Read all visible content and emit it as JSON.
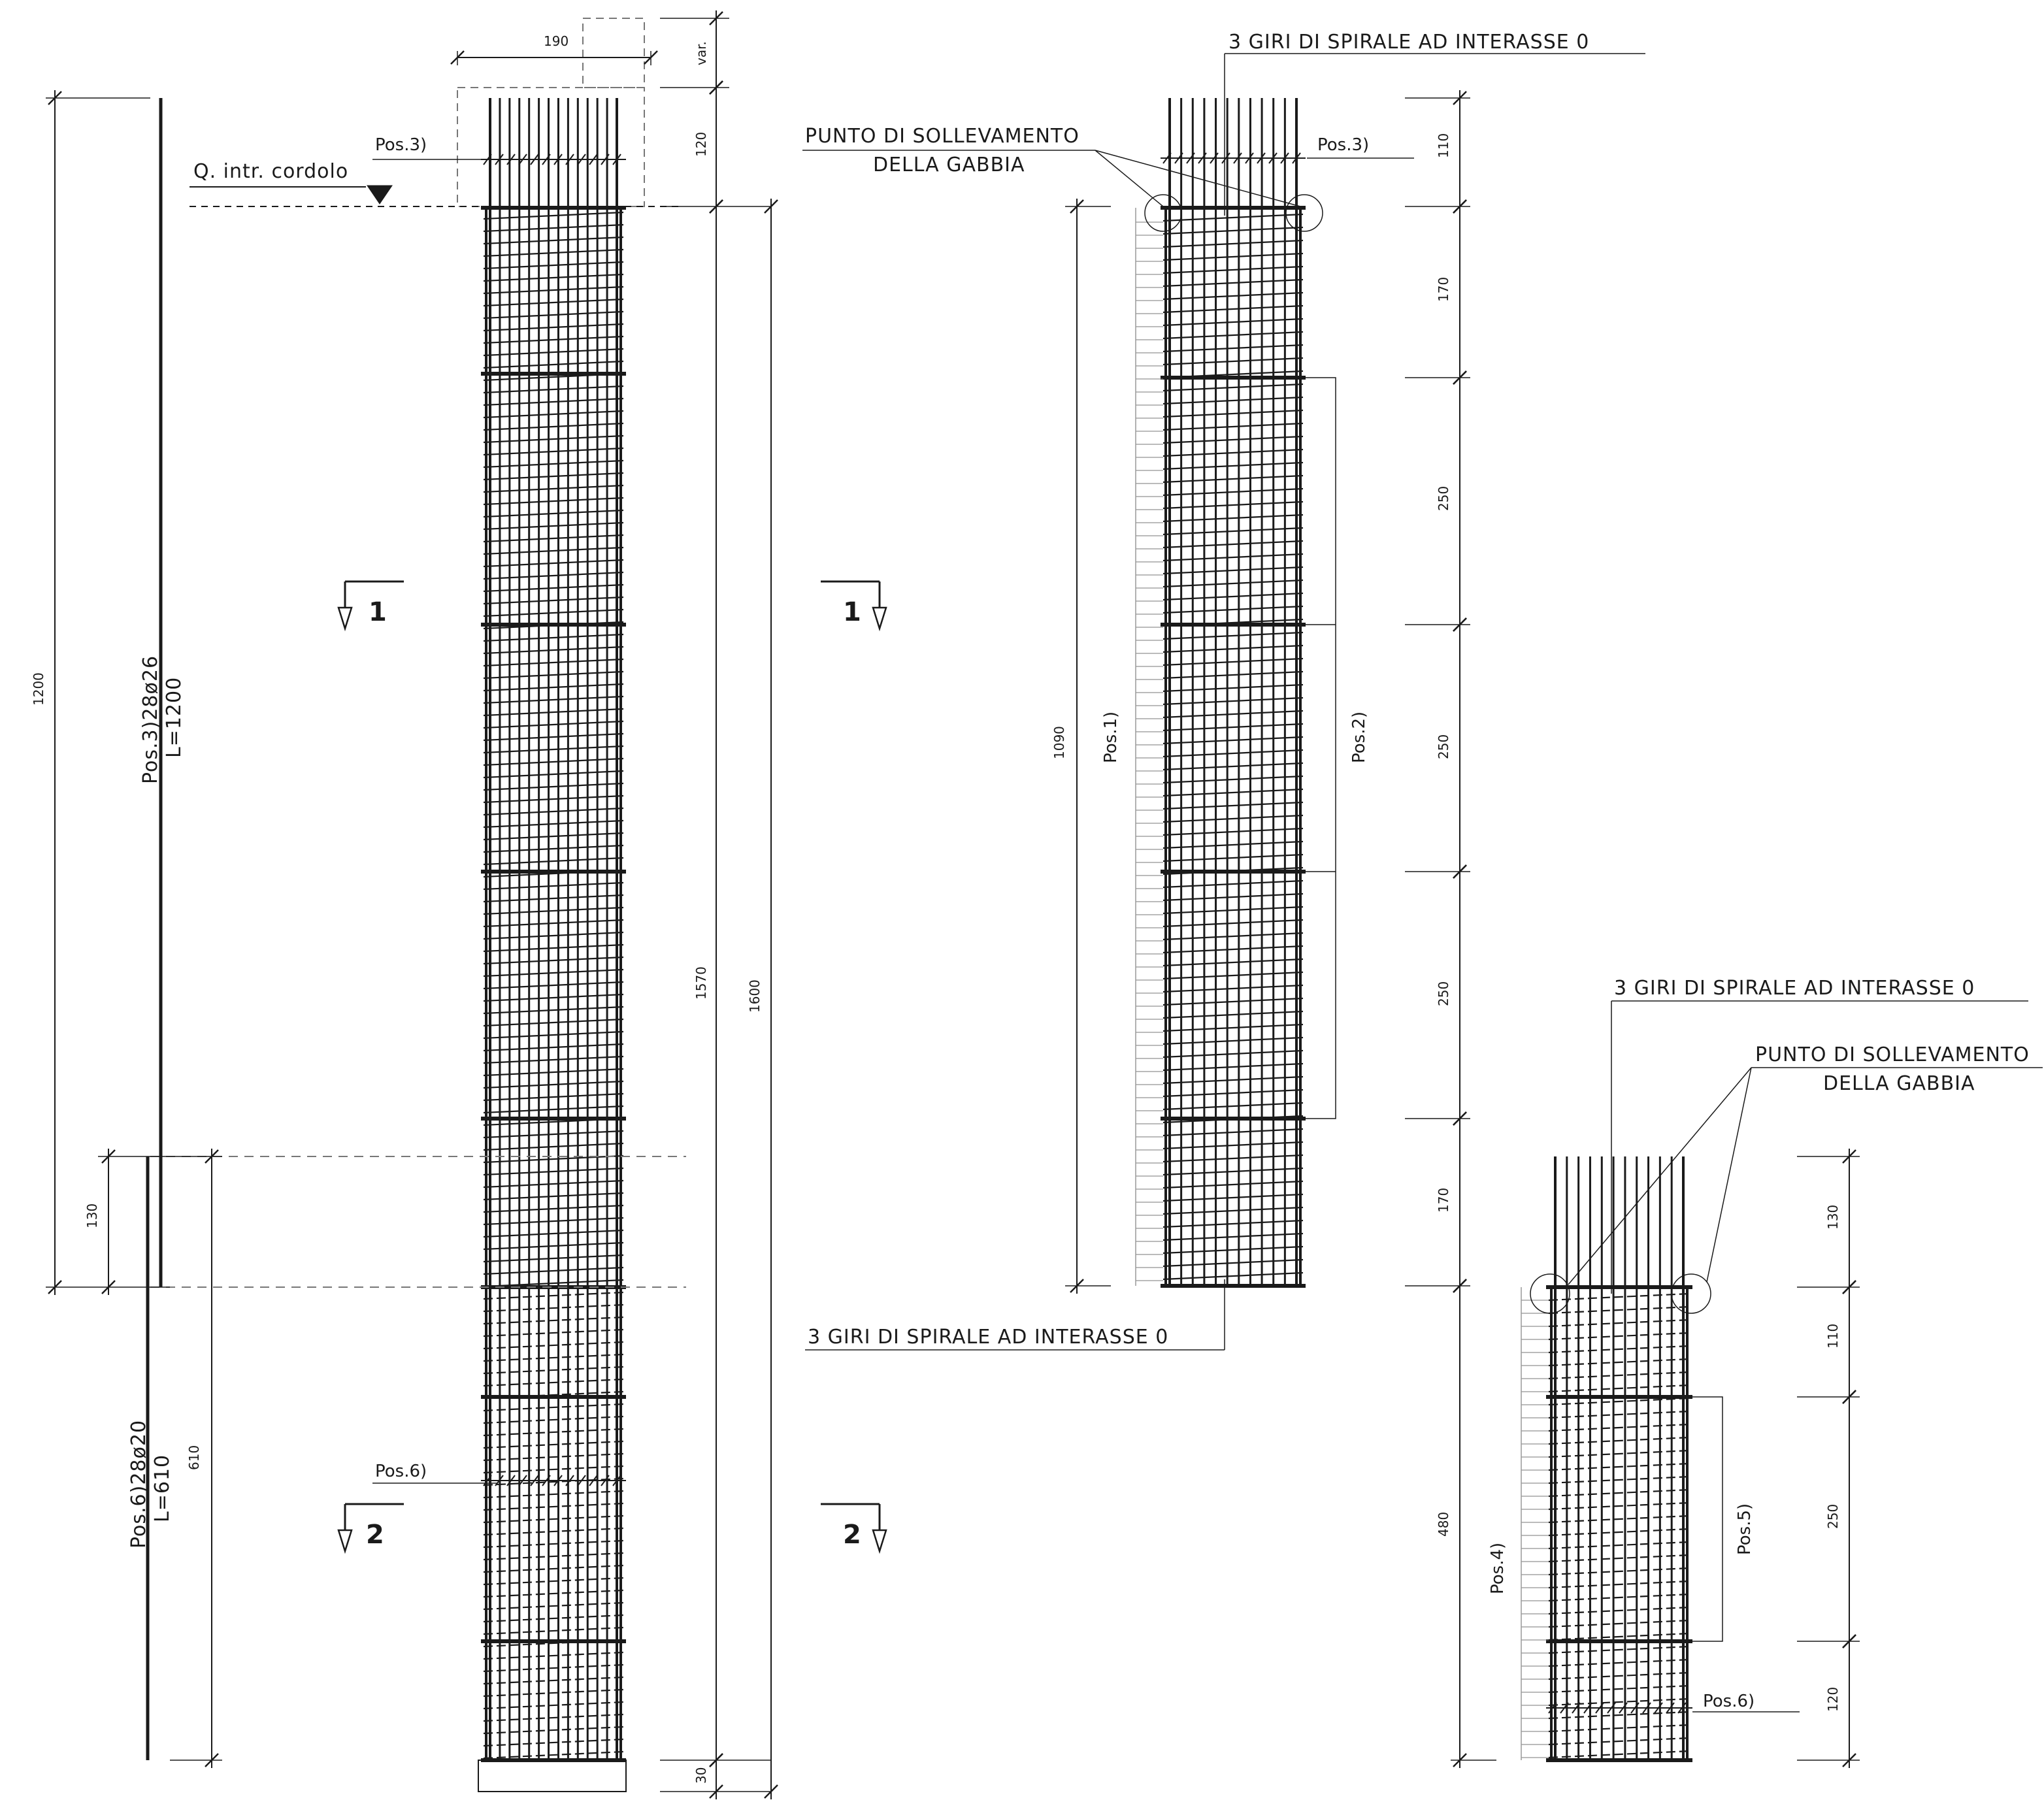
{
  "labels": {
    "q_intr_cordolo": "Q. intr. cordolo",
    "pos3_left": "Pos.3)",
    "pos6_left": "Pos.6)",
    "pos3_bar": "Pos.3)28ø26",
    "pos3_len": "L=1200",
    "pos6_bar": "Pos.6)28ø20",
    "pos6_len": "L=610",
    "spirale_top": "3 GIRI DI SPIRALE AD INTERASSE 0",
    "spirale_bottom": "3 GIRI DI SPIRALE AD INTERASSE 0",
    "spirale_small": "3 GIRI DI SPIRALE AD INTERASSE 0",
    "sollevamento_1a": "PUNTO DI SOLLEVAMENTO",
    "sollevamento_1b": "DELLA GABBIA",
    "sollevamento_2a": "PUNTO DI SOLLEVAMENTO",
    "sollevamento_2b": "DELLA GABBIA",
    "pos1": "Pos.1)",
    "pos2": "Pos.2)",
    "pos3_mid": "Pos.3)",
    "pos4": "Pos.4)",
    "pos5": "Pos.5)",
    "pos6_small": "Pos.6)"
  },
  "sections": {
    "s1_left": "1",
    "s1_right": "1",
    "s2_left": "2",
    "s2_right": "2"
  },
  "dims": {
    "d190": "190",
    "dvar": "var.",
    "d120_top": "120",
    "d1570": "1570",
    "d1600": "1600",
    "d30": "30",
    "d1200": "1200",
    "d130_left": "130",
    "d610": "610",
    "d1090": "1090",
    "m110": "110",
    "m170a": "170",
    "m250a": "250",
    "m250b": "250",
    "m250c": "250",
    "m170b": "170",
    "d480": "480",
    "s130": "130",
    "s110": "110",
    "s250": "250",
    "s120": "120"
  },
  "colors": {
    "line": "#1a1a1a",
    "thin": "#555555",
    "grey": "#999999"
  }
}
